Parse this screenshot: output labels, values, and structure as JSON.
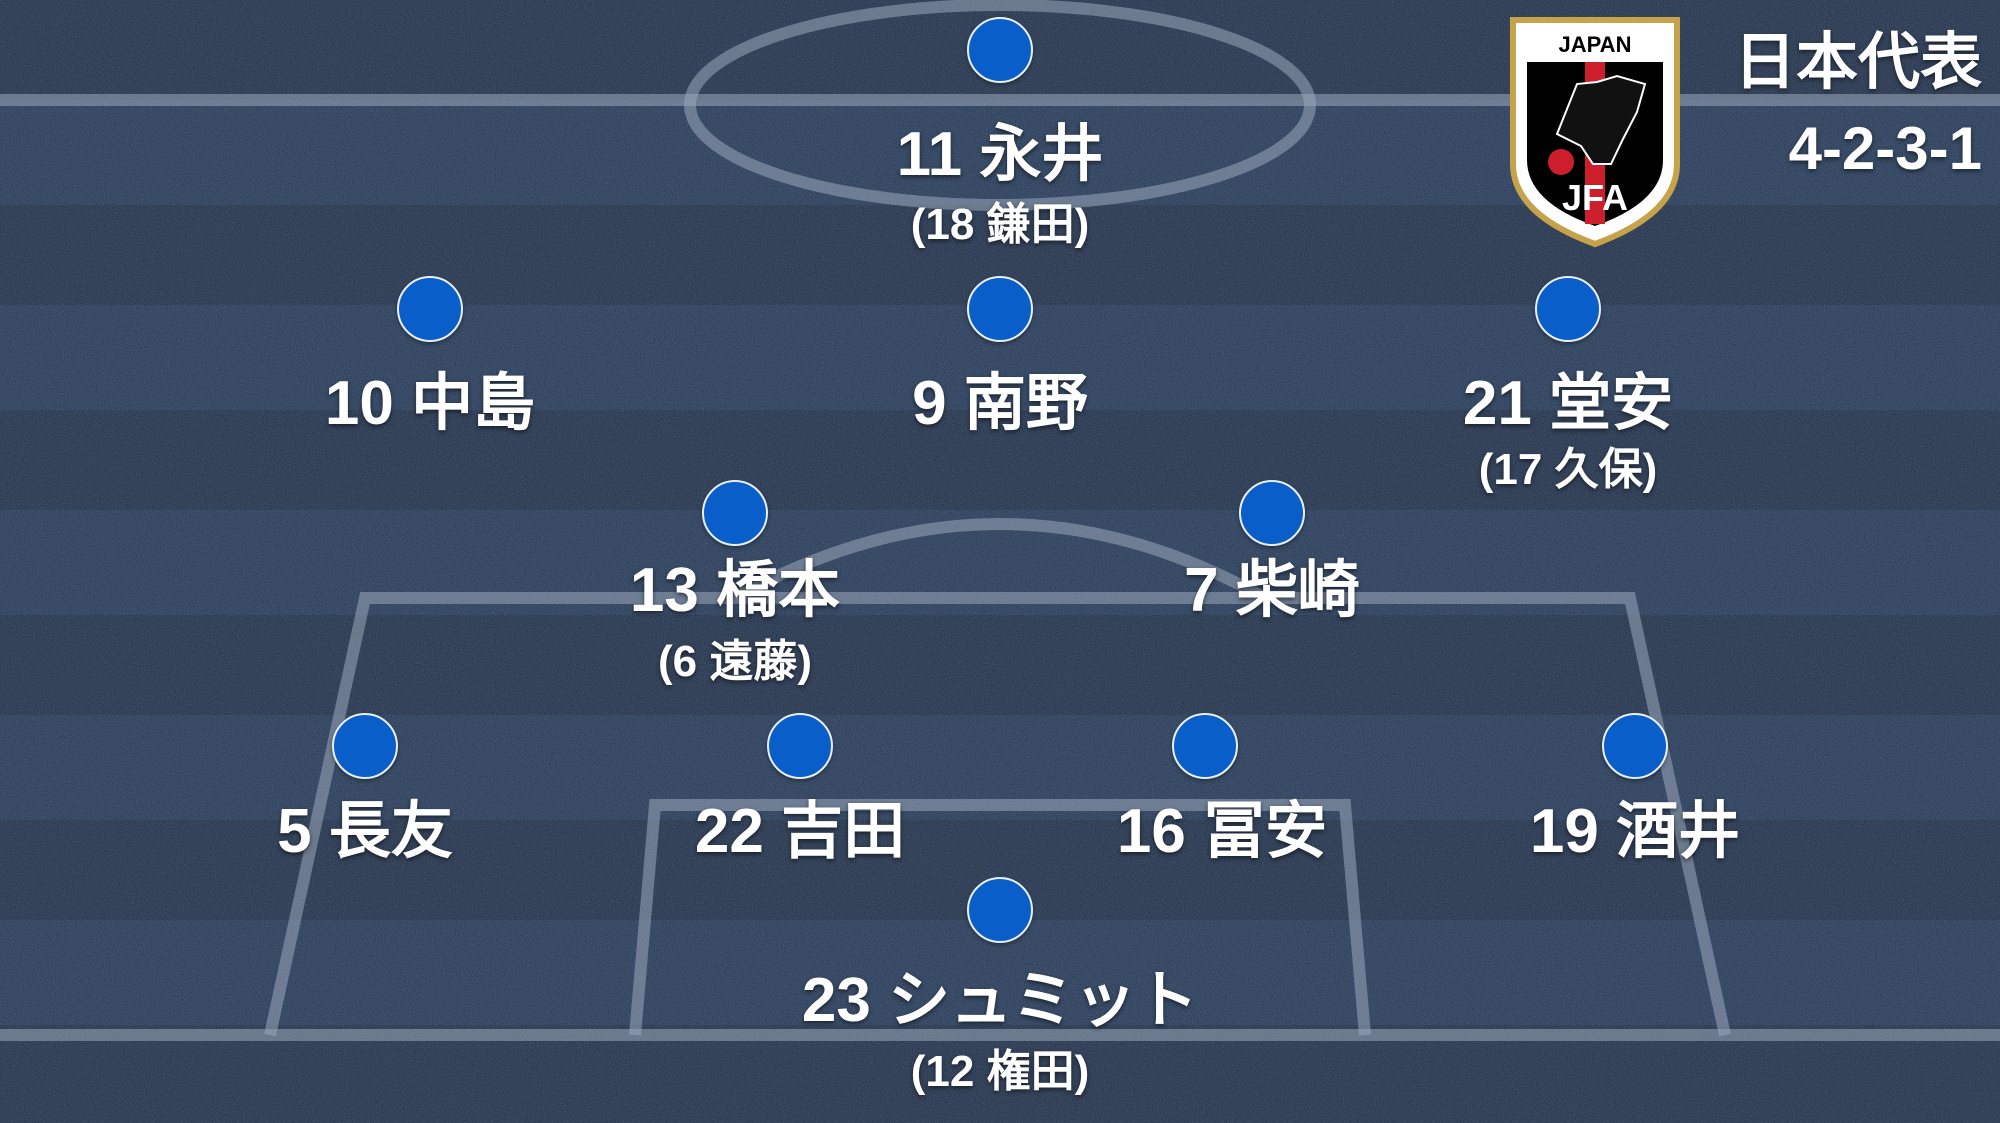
{
  "team": {
    "title": "日本代表",
    "formation": "4-2-3-1",
    "crest": {
      "text": "JAPAN",
      "monogram": "JFA"
    }
  },
  "colors": {
    "pitch": "#1f3350",
    "player_dot": "#0a5ec9",
    "text": "#ffffff"
  },
  "players": [
    {
      "label": "11 永井",
      "sub": "(18 鎌田)"
    },
    {
      "label": "10 中島",
      "sub": ""
    },
    {
      "label": "9 南野",
      "sub": ""
    },
    {
      "label": "21 堂安",
      "sub": "(17 久保)"
    },
    {
      "label": "13 橋本",
      "sub": "(6 遠藤)"
    },
    {
      "label": "7 柴崎",
      "sub": ""
    },
    {
      "label": "5 長友",
      "sub": ""
    },
    {
      "label": "22 吉田",
      "sub": ""
    },
    {
      "label": "16 冨安",
      "sub": ""
    },
    {
      "label": "19 酒井",
      "sub": ""
    },
    {
      "label": "23 シュミット",
      "sub": "(12 権田)"
    }
  ]
}
